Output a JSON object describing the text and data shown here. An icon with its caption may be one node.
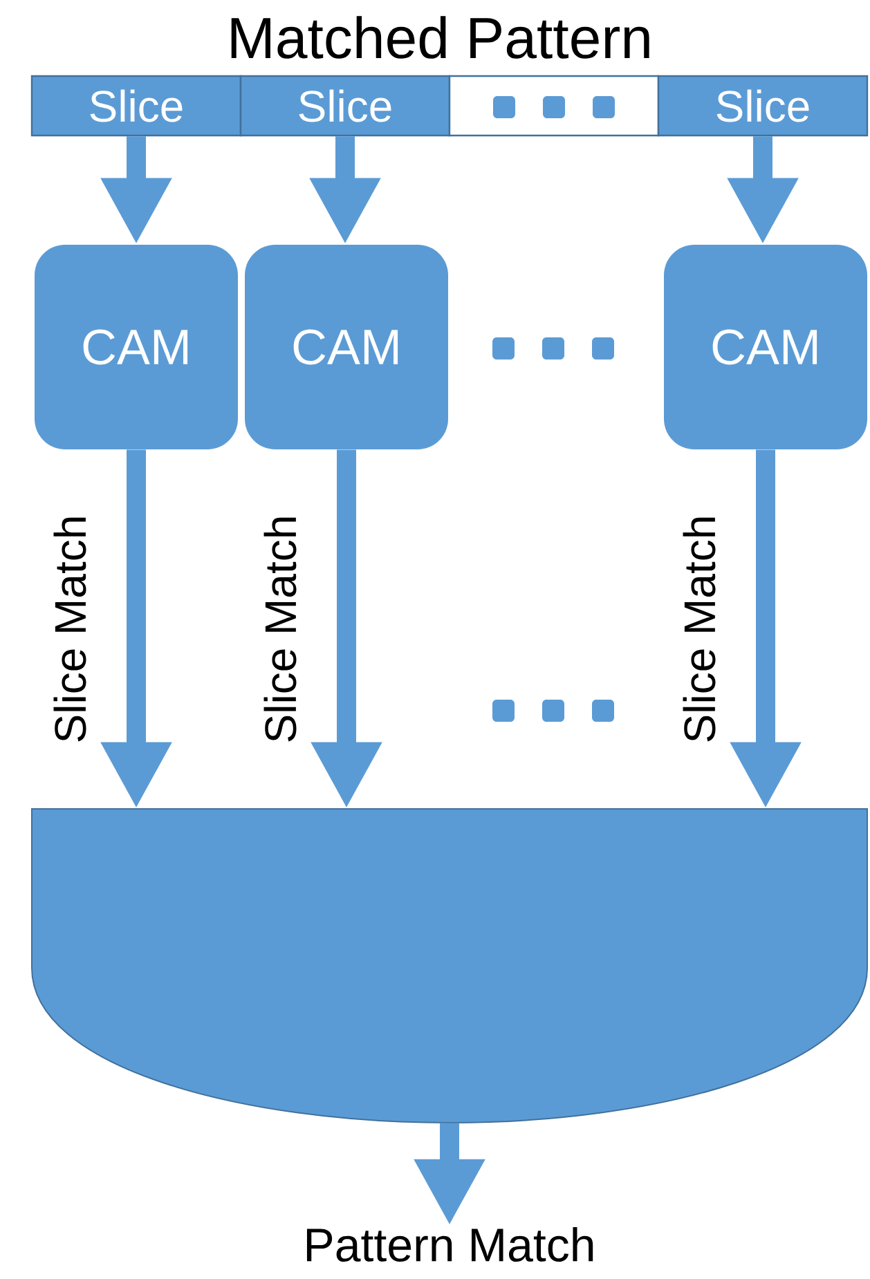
{
  "diagram": {
    "title": "Matched Pattern",
    "nodes": [
      {
        "text": [
          "Slice"
        ]
      },
      {
        "text": [
          "Slice"
        ]
      },
      {
        "text": [],
        "shape": "box"
      },
      {
        "text": [
          "Slice"
        ]
      },
      {
        "text": [
          "CAM"
        ]
      },
      {
        "text": [
          "CAM"
        ]
      },
      {
        "text": [
          "CAM"
        ]
      },
      {
        "text": [],
        "shape": "bowl"
      },
      {
        "text": [
          "Pattern Match"
        ]
      }
    ],
    "edges": [
      {
        "from": 0,
        "to": 4,
        "arrow": "to"
      },
      {
        "from": 1,
        "to": 5,
        "arrow": "to"
      },
      {
        "from": 3,
        "to": 6,
        "arrow": "to"
      },
      {
        "from": 4,
        "to": 7,
        "arrow": "to",
        "label": "Slice Match"
      },
      {
        "from": 5,
        "to": 7,
        "arrow": "to",
        "label": "Slice Match"
      },
      {
        "from": 6,
        "to": 7,
        "arrow": "to",
        "label": "Slice Match"
      },
      {
        "from": 7,
        "to": 8,
        "arrow": "to"
      }
    ]
  }
}
